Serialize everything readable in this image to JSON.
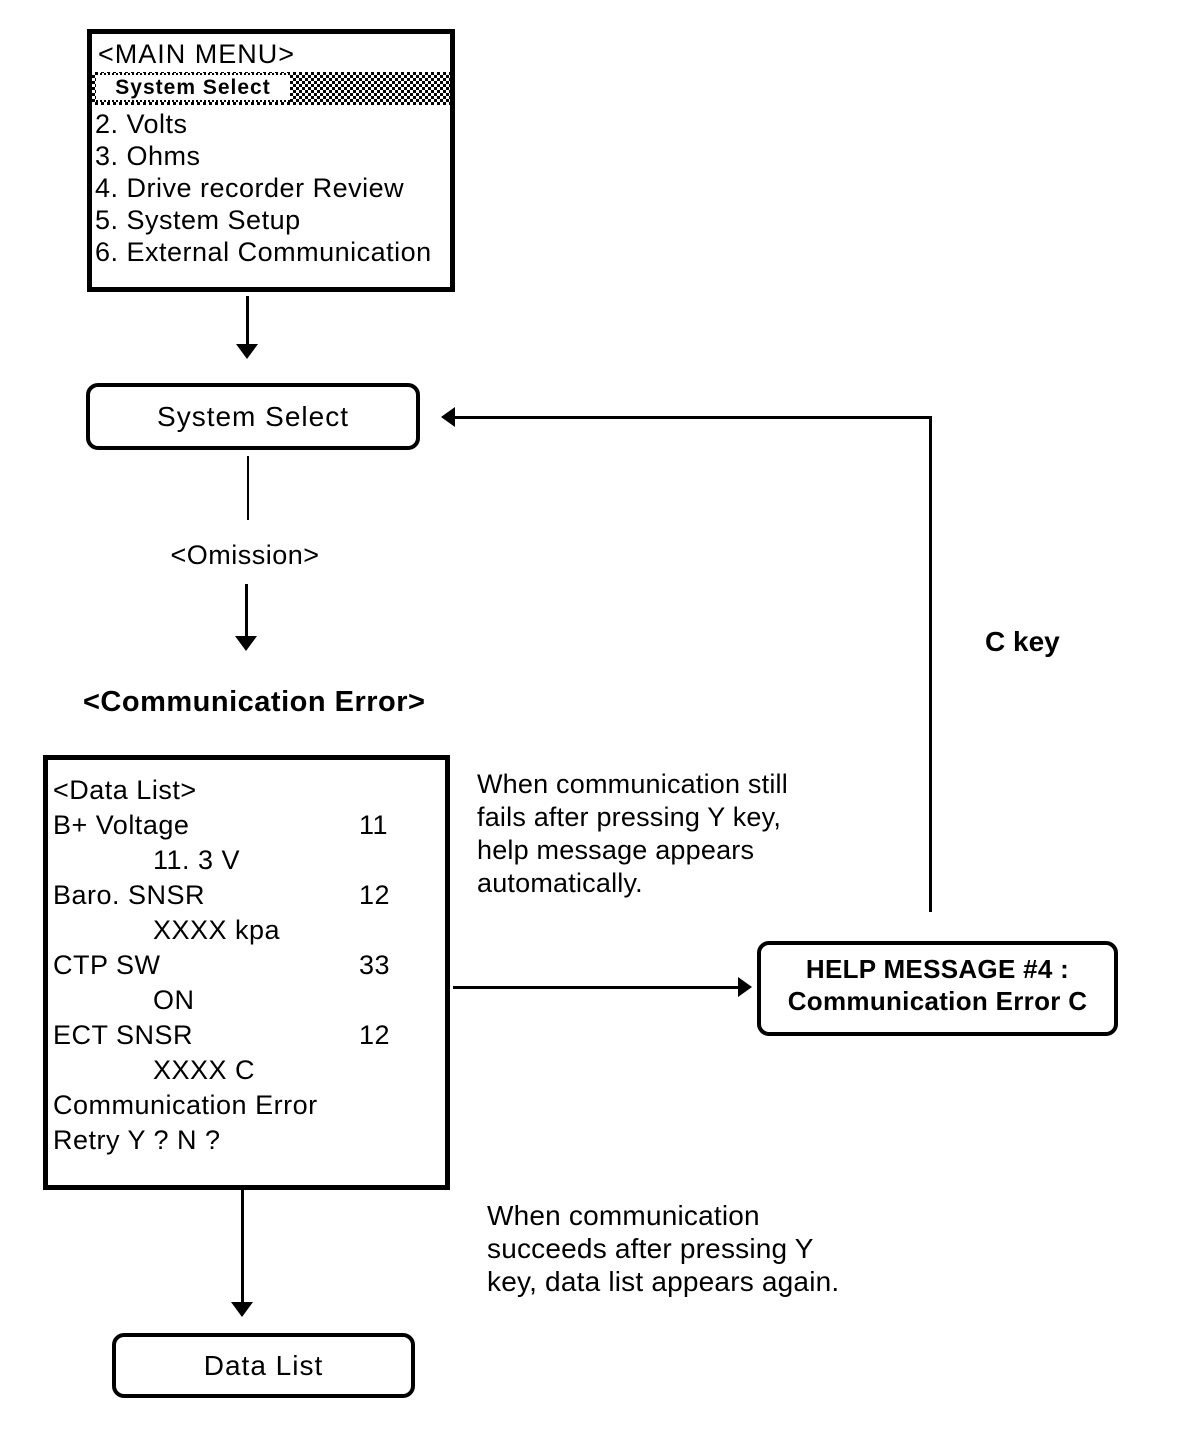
{
  "page": {
    "background": "#ffffff",
    "ink": "#000000"
  },
  "main_menu": {
    "title": "<MAIN MENU>",
    "highlighted_item": "System Select",
    "items": [
      "2. Volts",
      "3. Ohms",
      "4. Drive recorder Review",
      "5. System Setup",
      "6. External Communication"
    ]
  },
  "system_select_node": {
    "label": "System Select"
  },
  "omission_label": "<Omission>",
  "comm_error_heading": "<Communication Error>",
  "data_list_screen": {
    "rows": [
      {
        "label": "<Data List>"
      },
      {
        "label": "B+ Voltage",
        "value": "11"
      },
      {
        "label": "11. 3 V"
      },
      {
        "label": "Baro. SNSR",
        "value": "12"
      },
      {
        "label": "XXXX kpa"
      },
      {
        "label": "CTP SW",
        "value": "33"
      },
      {
        "label": "ON"
      },
      {
        "label": "ECT SNSR",
        "value": "12"
      },
      {
        "label": "XXXX C"
      },
      {
        "label": "Communication Error"
      },
      {
        "label": "Retry Y ? N ?"
      }
    ]
  },
  "notes": {
    "fail": "When communication still\nfails after pressing Y key,\nhelp message appears\nautomatically.",
    "succeed": "When communication\nsucceeds after pressing Y\nkey, data list appears again."
  },
  "help_box": {
    "text": "HELP MESSAGE #4 :\nCommunication Error C"
  },
  "c_key_label": "C key",
  "data_list_node": {
    "label": "Data List"
  }
}
